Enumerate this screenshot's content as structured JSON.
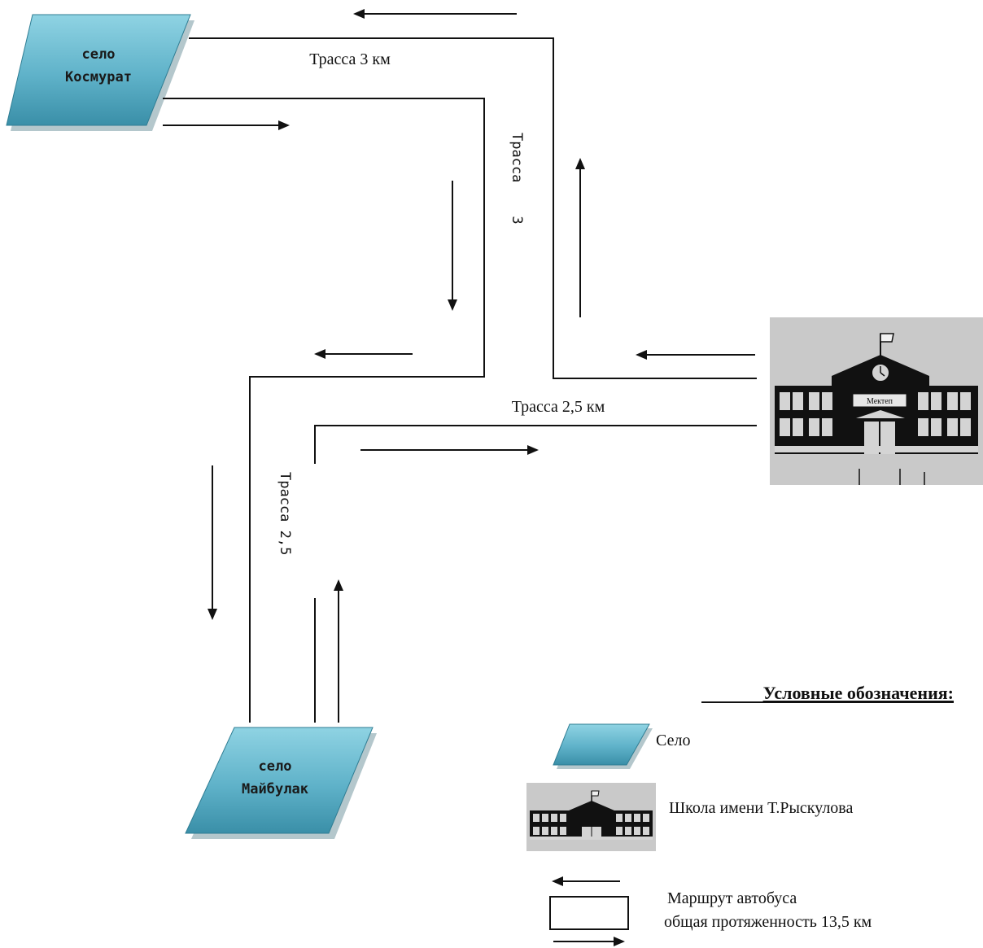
{
  "villages": {
    "kosmurat": {
      "line1": "село",
      "line2": "Космурат"
    },
    "maibulak": {
      "line1": "село",
      "line2": "Майбулак"
    }
  },
  "school": {
    "sign": "Мектеп"
  },
  "routes": {
    "top_label": "Трасса 3 км",
    "vertical_3_label": "Трасса 3",
    "middle_label": "Трасса 2,5 км",
    "vertical_25_label": "Трасса 2,5"
  },
  "legend": {
    "title": "Условные обозначения:",
    "village_label": "Село",
    "school_label": "Школа имени Т.Рыскулова",
    "route_line1": "Маршрут автобуса",
    "route_line2": "общая протяженность 13,5 км"
  },
  "colors": {
    "village_fill_light": "#8fd3e3",
    "village_fill_dark": "#3a8fa8",
    "route": "#111111"
  }
}
